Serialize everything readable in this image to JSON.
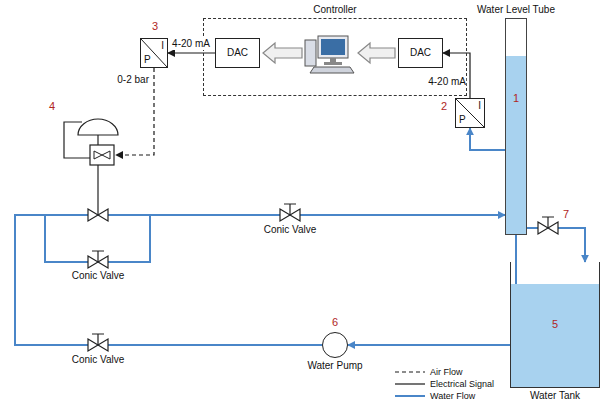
{
  "diagram": {
    "nodes": [
      {
        "text": [
          "Controller"
        ]
      },
      {
        "text": [
          "DAC"
        ],
        "in": 0
      },
      {
        "text": [
          "DAC"
        ],
        "in": 0
      },
      {
        "text": [
          "I",
          "P"
        ]
      },
      {
        "text": [
          "Water Level Tube"
        ]
      },
      {
        "text": [
          "I",
          "P"
        ]
      },
      {
        "text": [
          "Water Pump"
        ]
      },
      {
        "text": [
          "Water Tank"
        ]
      }
    ],
    "edges": [
      {
        "from": 5,
        "to": 2,
        "arrow": "to",
        "label": "4-20 mA"
      },
      {
        "from": 1,
        "to": 3,
        "arrow": "to",
        "label": "4-20 mA"
      },
      {
        "from": 4,
        "to": 5,
        "arrow": "to"
      },
      {
        "from": 7,
        "to": 6,
        "arrow": "to"
      },
      {
        "from": 6,
        "to": 4,
        "arrow": "to"
      },
      {
        "from": 4,
        "to": 7,
        "arrow": "to"
      }
    ],
    "labels": [
      "3",
      "0-2 bar",
      "4",
      "2",
      "1",
      "Conic Valve",
      "Conic Valve",
      "Conic Valve",
      "7",
      "6",
      "5"
    ],
    "legend": [
      {
        "text": "Air Flow"
      },
      {
        "text": "Electrical Signal"
      },
      {
        "text": "Water Flow"
      }
    ]
  }
}
